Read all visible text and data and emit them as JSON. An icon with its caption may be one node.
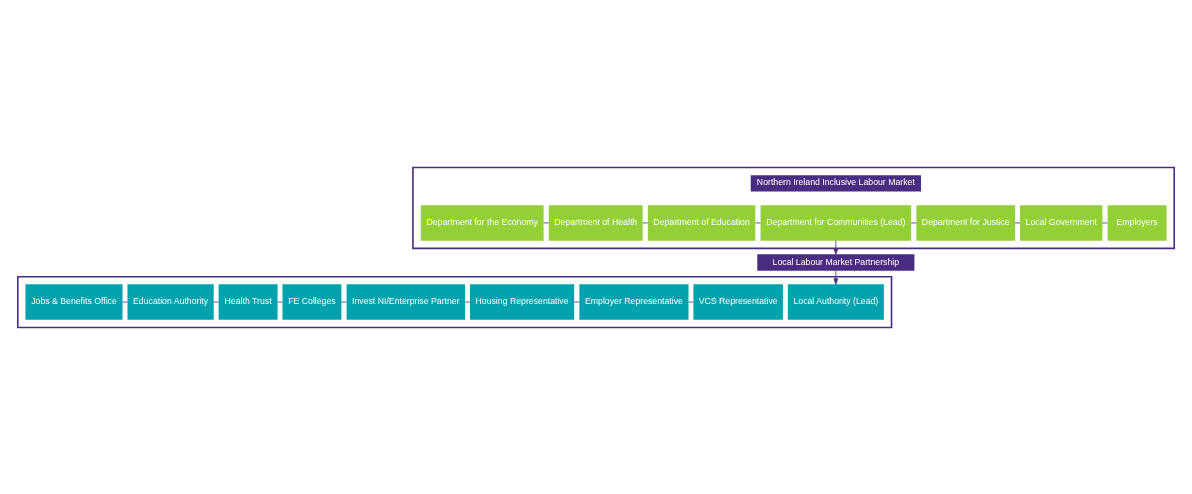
{
  "diagram": {
    "nodes": [
      {
        "text": [],
        "shape": "box"
      },
      {
        "text": [
          "Northern Ireland Inclusive Labour Market"
        ],
        "in": 0
      },
      {
        "text": [
          "Department for the Economy"
        ],
        "in": 0
      },
      {
        "text": [
          "Department of Health"
        ],
        "in": 0
      },
      {
        "text": [
          "Department of Education"
        ],
        "in": 0
      },
      {
        "text": [
          "Department for Communities (Lead)"
        ],
        "in": 0
      },
      {
        "text": [
          "Department for Justice"
        ],
        "in": 0
      },
      {
        "text": [
          "Local Government"
        ],
        "in": 0
      },
      {
        "text": [
          "Employers"
        ],
        "in": 0
      },
      {
        "text": [
          "Local Labour Market Partnership"
        ]
      },
      {
        "text": [],
        "shape": "box"
      },
      {
        "text": [
          "Local Authority (Lead)"
        ],
        "in": 10
      },
      {
        "text": [
          "Jobs & Benefits Office"
        ],
        "in": 10
      },
      {
        "text": [
          "Education Authority"
        ],
        "in": 10
      },
      {
        "text": [
          "Health Trust"
        ],
        "in": 10
      },
      {
        "text": [
          "FE Colleges"
        ],
        "in": 10
      },
      {
        "text": [
          "Invest NI/Enterprise Partner"
        ],
        "in": 10
      },
      {
        "text": [
          "Housing Representative"
        ],
        "in": 10
      },
      {
        "text": [
          "Employer Representative"
        ],
        "in": 10
      },
      {
        "text": [
          "VCS Representative"
        ],
        "in": 10
      }
    ],
    "edges": [
      {
        "from": 2,
        "to": 3,
        "arrow": "none"
      },
      {
        "from": 3,
        "to": 4,
        "arrow": "none"
      },
      {
        "from": 4,
        "to": 5,
        "arrow": "none"
      },
      {
        "from": 5,
        "to": 6,
        "arrow": "none"
      },
      {
        "from": 6,
        "to": 7,
        "arrow": "none"
      },
      {
        "from": 7,
        "to": 8,
        "arrow": "none"
      },
      {
        "from": 5,
        "to": 9,
        "arrow": "to"
      },
      {
        "from": 9,
        "to": 11,
        "arrow": "to"
      },
      {
        "from": 12,
        "to": 13,
        "arrow": "none"
      },
      {
        "from": 13,
        "to": 14,
        "arrow": "none"
      },
      {
        "from": 14,
        "to": 15,
        "arrow": "none"
      },
      {
        "from": 15,
        "to": 16,
        "arrow": "none"
      },
      {
        "from": 16,
        "to": 17,
        "arrow": "none"
      },
      {
        "from": 17,
        "to": 18,
        "arrow": "none"
      },
      {
        "from": 18,
        "to": 19,
        "arrow": "none"
      }
    ]
  }
}
